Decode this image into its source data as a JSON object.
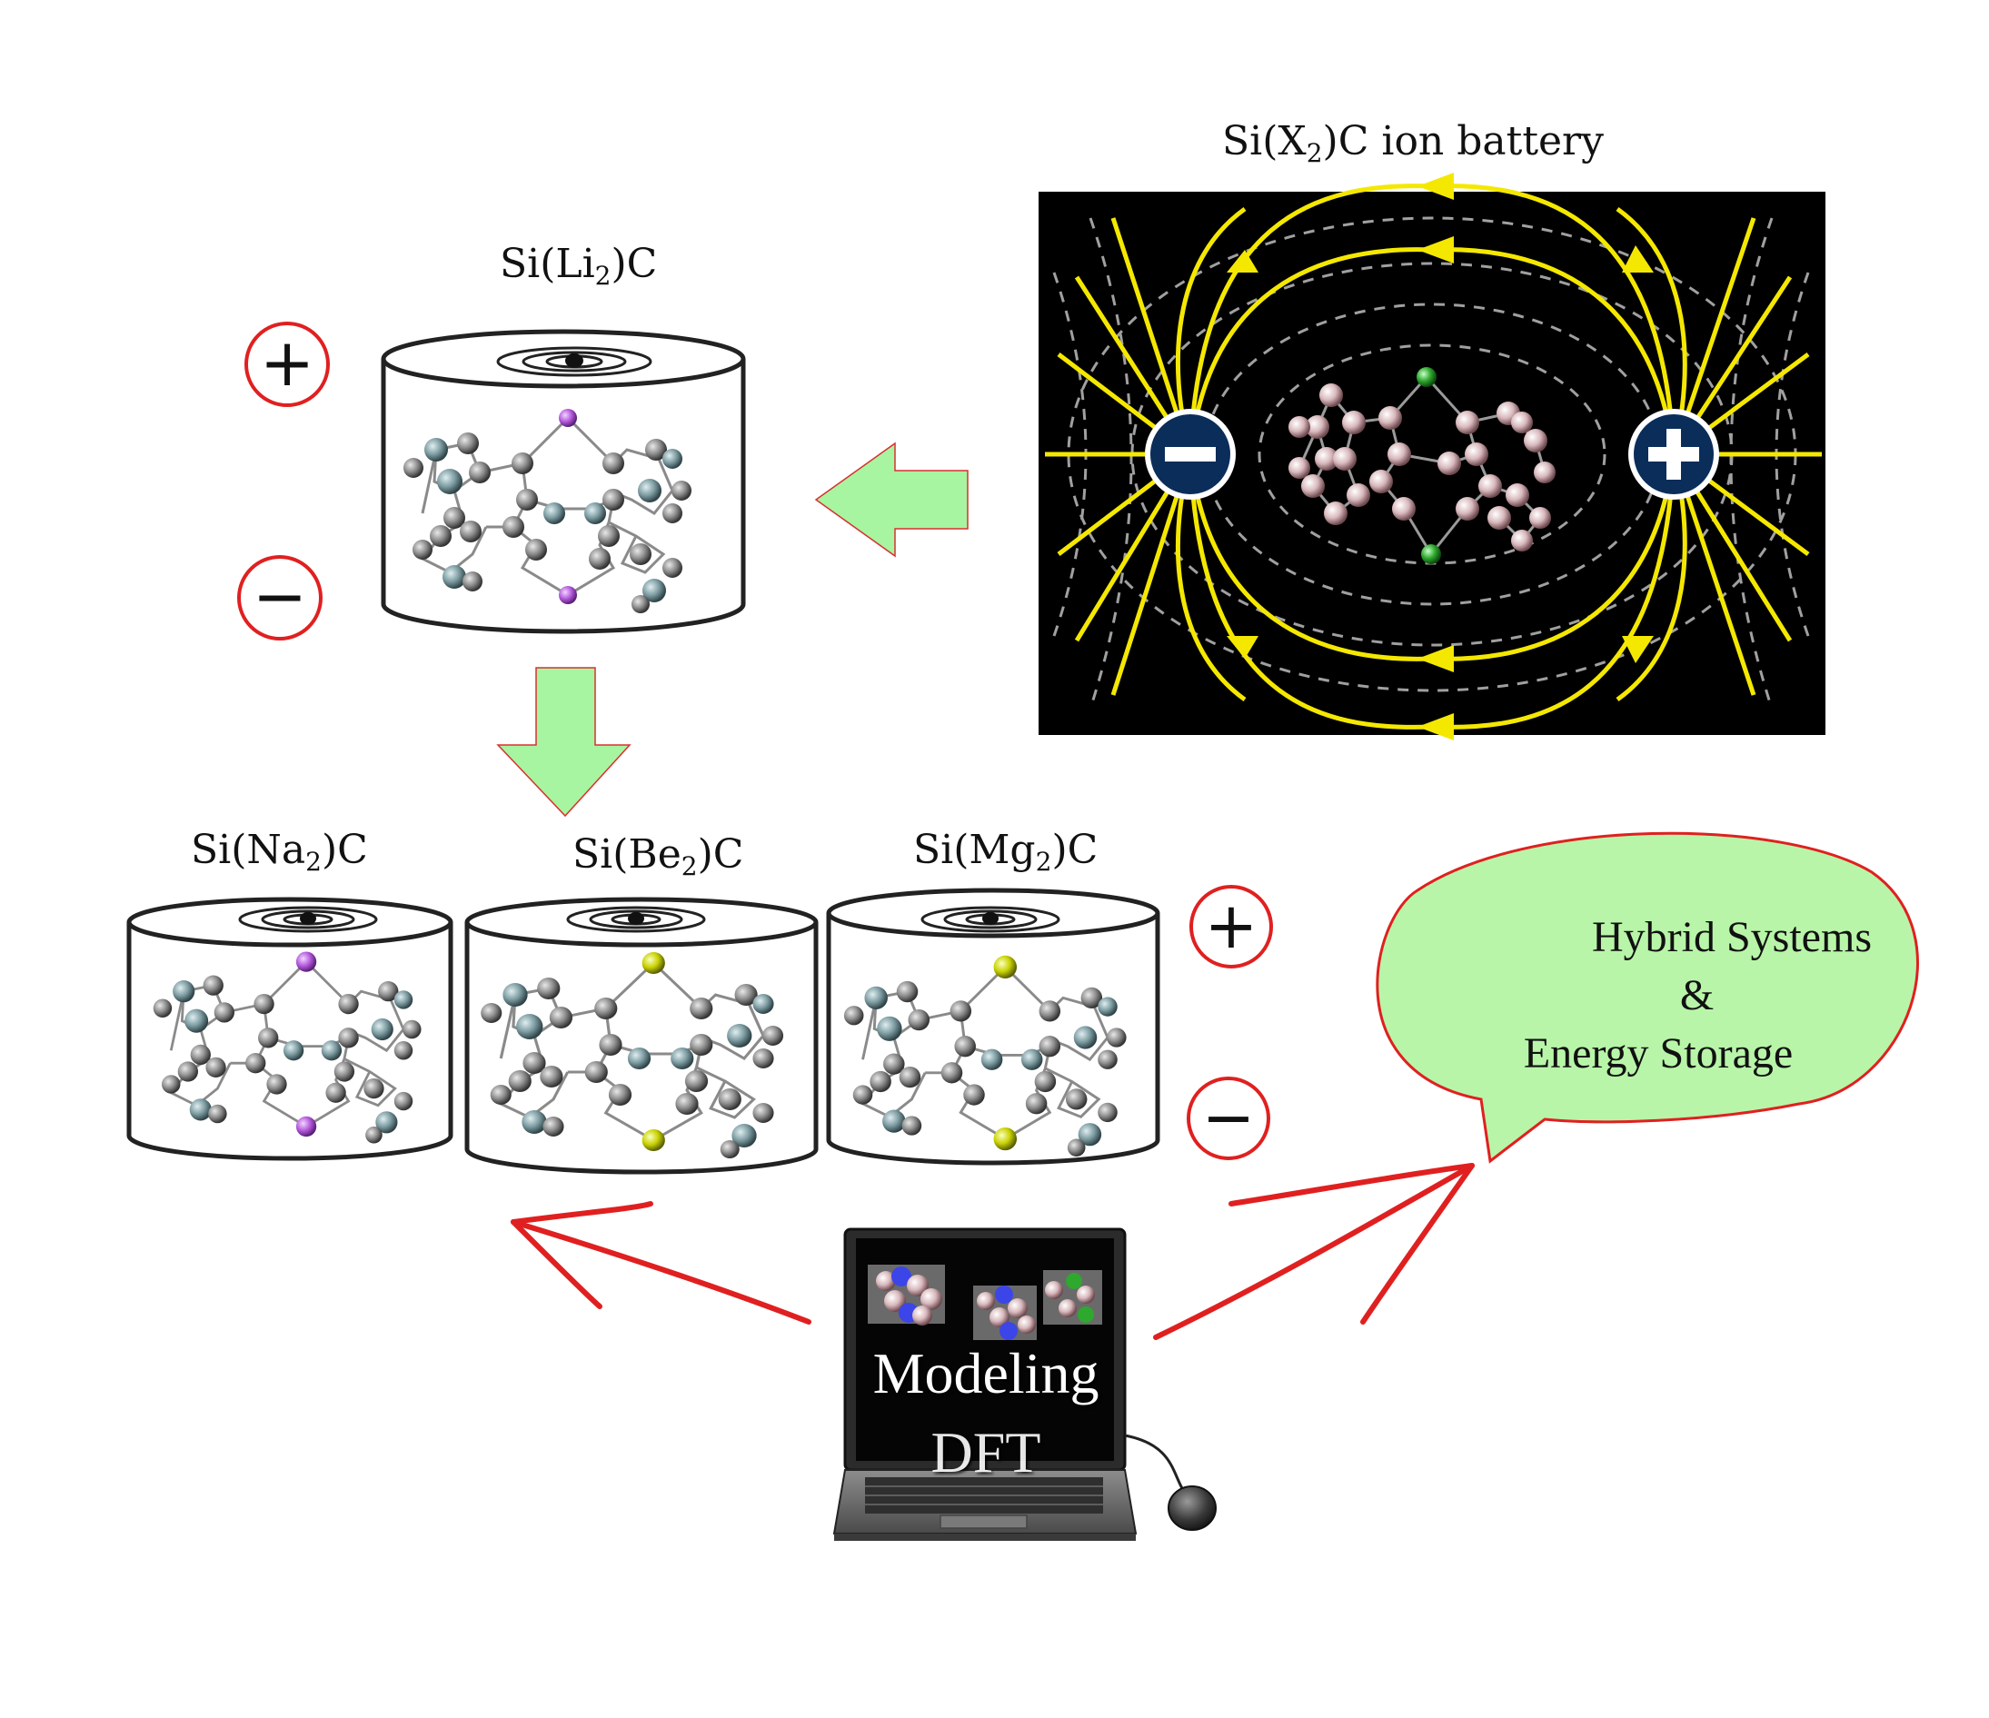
{
  "titles": {
    "battery": {
      "pre": "Si(X",
      "sub": "2",
      "post": ")C ion battery"
    },
    "li": {
      "pre": "Si(Li",
      "sub": "2",
      "post": ")C"
    },
    "na": {
      "pre": "Si(Na",
      "sub": "2",
      "post": ")C"
    },
    "be": {
      "pre": "Si(Be",
      "sub": "2",
      "post": ")C"
    },
    "mg": {
      "pre": "Si(Mg",
      "sub": "2",
      "post": ")C"
    }
  },
  "signs": {
    "plus": "+",
    "minus": "−"
  },
  "bubble": {
    "line1": "Hybrid Systems",
    "line2": "&",
    "line3": "Energy Storage"
  },
  "laptop": {
    "modeling": "Modeling",
    "dft": "DFT"
  },
  "colors": {
    "green_arrow": "#a7f5a0",
    "green_bubble": "#b8f5a8",
    "red": "#e02020",
    "yellow_field": "#f5e800",
    "pole_blue": "#0b2d5a",
    "li_atom": "#b45adc",
    "be_atom": "#c8d200",
    "mg_atom": "#c8d200",
    "si_atom": "#6f8f96",
    "c_atom": "#8a8a8a"
  }
}
